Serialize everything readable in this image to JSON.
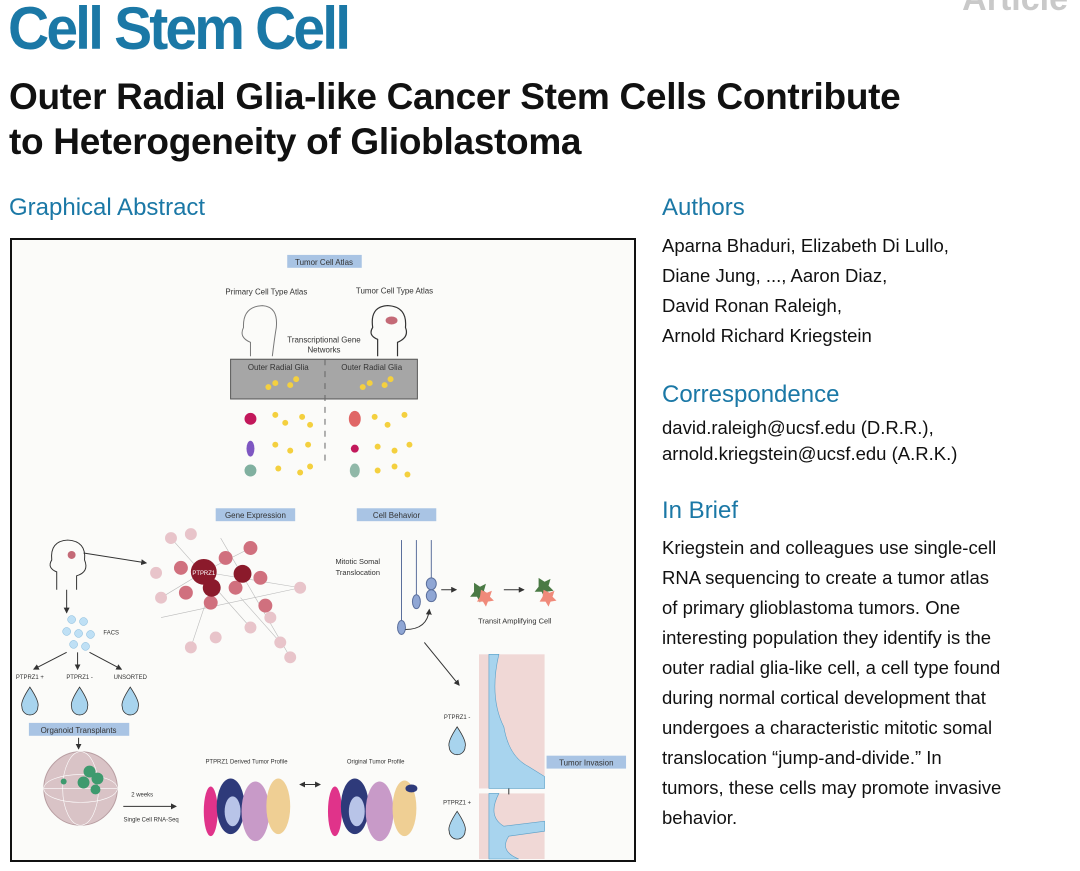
{
  "journal": "Cell Stem Cell",
  "article_type": "Article",
  "title_lines": [
    "Outer Radial Glia-like Cancer Stem Cells Contribute",
    "to Heterogeneity of Glioblastoma"
  ],
  "graphical_abstract": {
    "heading": "Graphical Abstract",
    "labels": {
      "tumor_cell_atlas": "Tumor Cell Atlas",
      "primary_atlas": "Primary Cell Type Atlas",
      "tumor_type_atlas": "Tumor Cell Type Atlas",
      "networks_1": "Transcriptional Gene",
      "networks_2": "Networks",
      "org_left": "Outer Radial Glia",
      "org_right": "Outer Radial Glia",
      "gene_expression": "Gene Expression",
      "cell_behavior": "Cell Behavior",
      "ptprz1_node": "PTPRZ1",
      "facs": "FACS",
      "ptprz1_pos": "PTPRZ1 +",
      "ptprz1_neg": "PTPRZ1 -",
      "unsorted": "UNSORTED",
      "organoid_transplants": "Organoid Transplants",
      "two_weeks": "2 weeks",
      "scrna": "Single Cell RNA-Seq",
      "derived_profile": "PTPRZ1 Derived Tumor Profile",
      "original_profile": "Original Tumor Profile",
      "mitotic_1": "Mitotic Somal",
      "mitotic_2": "Translocation",
      "transit": "Transit Amplifying Cell",
      "inv_neg": "PTPRZ1 -",
      "inv_pos": "PTPRZ1 +",
      "tumor_invasion": "Tumor Invasion"
    }
  },
  "authors": {
    "heading": "Authors",
    "lines": [
      "Aparna Bhaduri, Elizabeth Di Lullo,",
      "Diane Jung, ..., Aaron Diaz,",
      "David Ronan Raleigh,",
      "Arnold Richard Kriegstein"
    ]
  },
  "correspondence": {
    "heading": "Correspondence",
    "lines": [
      "david.raleigh@ucsf.edu (D.R.R.),",
      "arnold.kriegstein@ucsf.edu (A.R.K.)"
    ]
  },
  "in_brief": {
    "heading": "In Brief",
    "lines": [
      "Kriegstein and colleagues use single-cell",
      "RNA sequencing to create a tumor atlas",
      "of primary glioblastoma tumors. One",
      "interesting population they identify is the",
      "outer radial glia-like cell, a cell type found",
      "during normal cortical development that",
      "undergoes a characteristic mitotic somal",
      "translocation “jump-and-divide.” In",
      "tumors, these cells may promote invasive",
      "behavior."
    ]
  },
  "colors": {
    "brand": "#1b78a6",
    "label_box": "#a9c4e4",
    "node": "#b8404f"
  }
}
